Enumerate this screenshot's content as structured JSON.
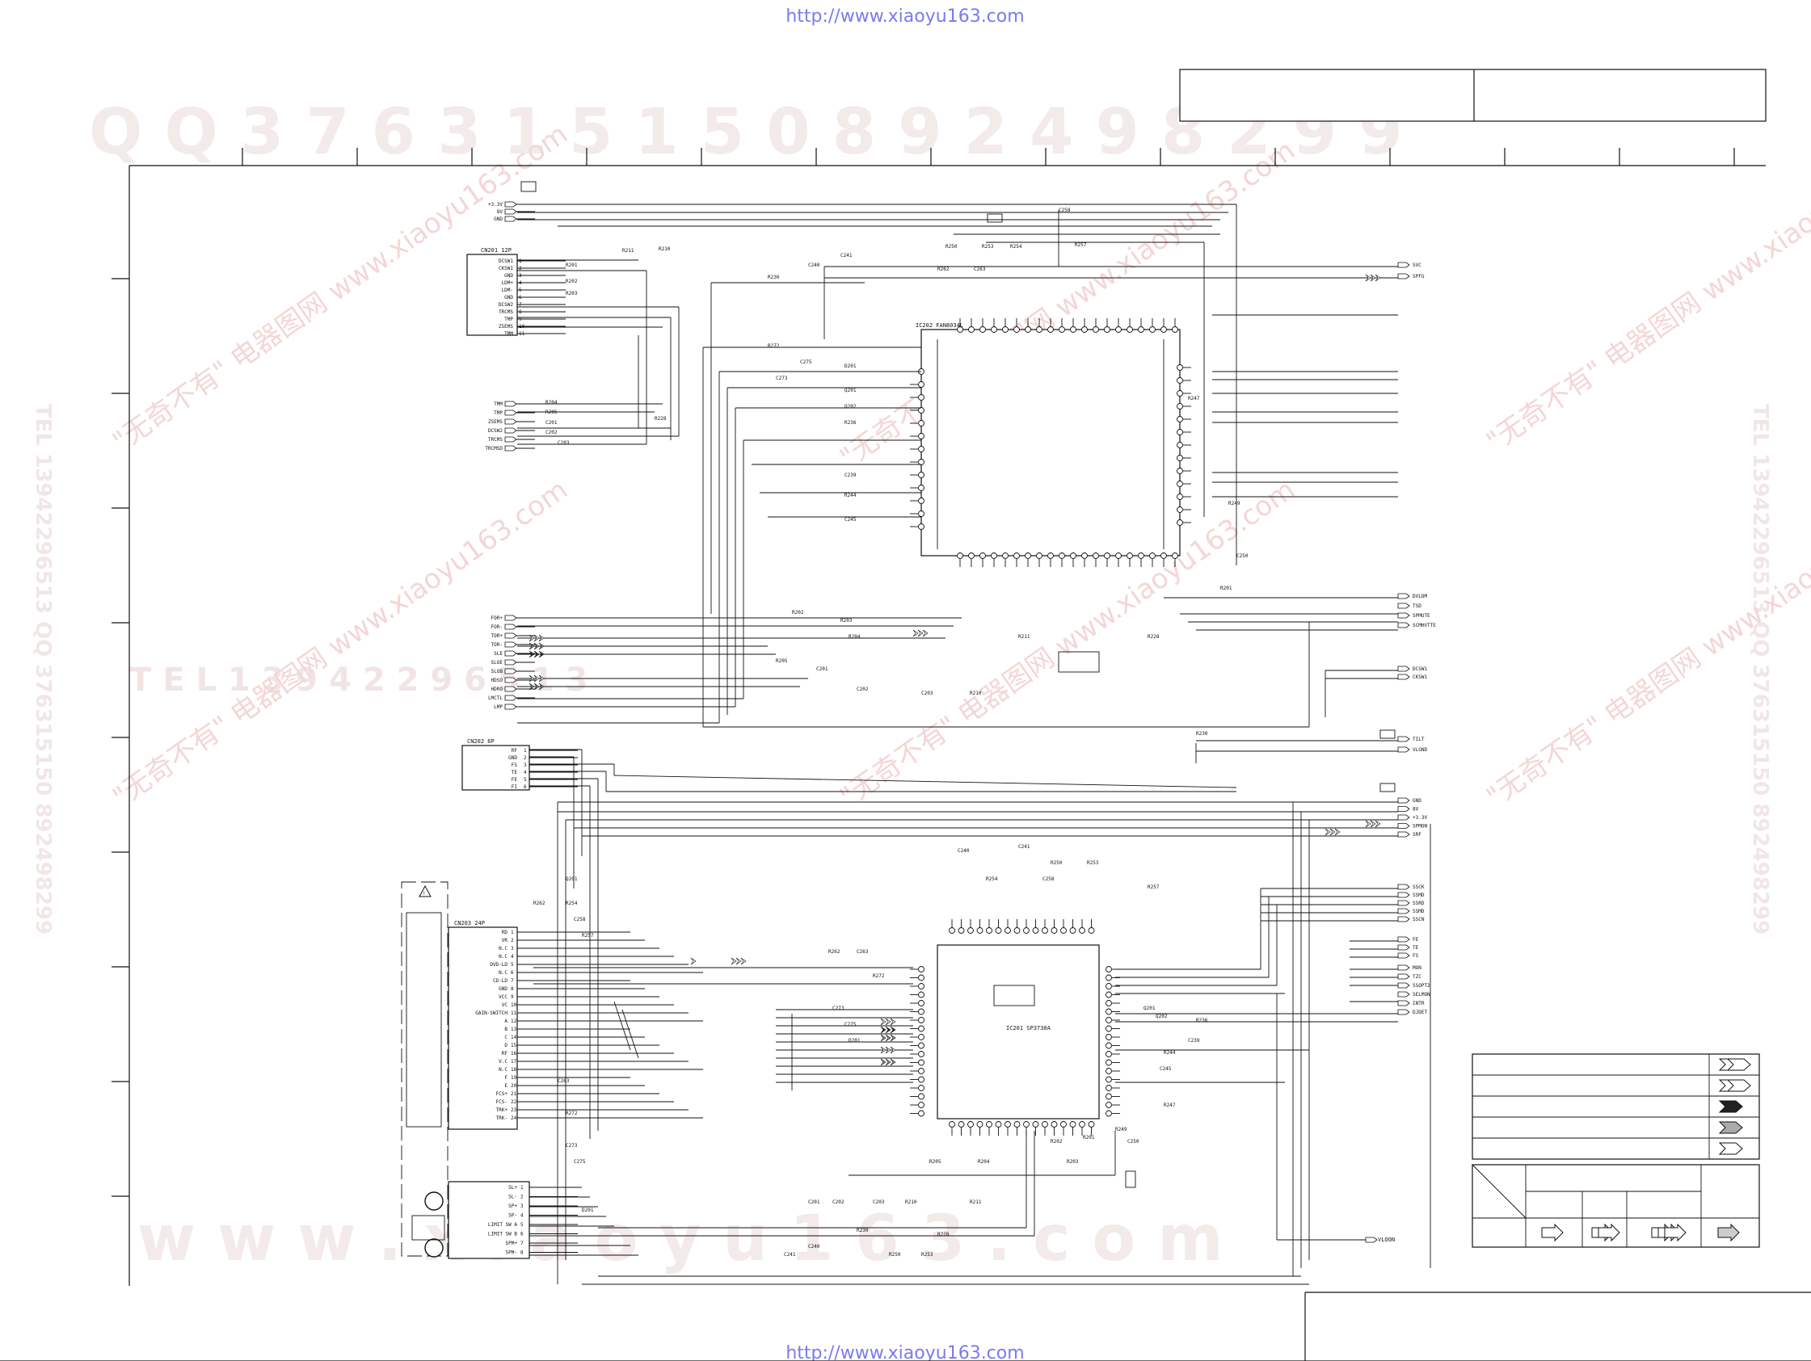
{
  "watermarks": {
    "url_top": "http://www.xiaoyu163.com",
    "url_bottom": "http://www.xiaoyu163.com",
    "qq_top": "Q Q 3 7 6 3 1 5 1 5 0     8 9 2 4 9 8 2 9 9",
    "tel_mid": "T E L 1 3 9 4 2 2 9 6 5 1 3",
    "www_bottom": "w w w . x i a o y u 1 6 3 . c o m",
    "side_text": "TEL 13942296513 QQ 376315150 892498299",
    "chinese_stamp": "\"无奇不有\" 电器图网 www.xiaoyu163.com"
  },
  "connectors": {
    "cn201": {
      "title": "CN201 12P",
      "pins": [
        "DCSW1",
        "CKSW1",
        "GND",
        "LDM+",
        "LDM-",
        "GND",
        "DCSW2",
        "TRCMS",
        "TMP",
        "ZSEMS",
        "TMM"
      ]
    },
    "cn202": {
      "title": "CN202 6P",
      "pins": [
        "RF",
        "GND",
        "FS",
        "TE",
        "FE",
        "FI"
      ]
    },
    "cn203": {
      "title": "CN203 24P",
      "pins": [
        "RD",
        "VR",
        "N.C",
        "N.C",
        "DVD-LD",
        "N.C",
        "CD-LD",
        "GND",
        "VCC",
        "VC",
        "GAIN-SWITCH",
        "A",
        "B",
        "C",
        "D",
        "RF",
        "V.C",
        "N.C",
        "F",
        "E",
        "FCS+",
        "FCS-",
        "TRK+",
        "TRK-"
      ]
    },
    "motor": {
      "pins": [
        "SL+",
        "SL-",
        "SP+",
        "SP-",
        "LIMIT SW A",
        "LIMIT SW B",
        "SPM+",
        "SPM-"
      ]
    }
  },
  "left_signals": {
    "top": [
      "+3.3V",
      "8V",
      "GND"
    ],
    "mid": [
      "TMM",
      "TMP",
      "ZSEMS",
      "DCSW2",
      "TRCMS",
      "TRCMSD"
    ],
    "lower": [
      "FOR+",
      "FOR-",
      "TOR+",
      "TOR-",
      "SLE",
      "SLOE",
      "SLOB",
      "HDSO",
      "HDRO",
      "LMCTL",
      "LMP"
    ]
  },
  "right_signals": {
    "group1": [
      "SVC",
      "SPFG"
    ],
    "group2": [
      "DVLDM",
      "TSD",
      "SPMUTE",
      "SCMHVTTE"
    ],
    "group3": [
      "DCSW1",
      "CKSW1"
    ],
    "group4": [
      "TILT",
      "VLGND"
    ],
    "group5": [
      "GND",
      "8V",
      "+3.3V",
      "SPMON",
      "SRF"
    ],
    "group6": [
      "SSCK",
      "SSMD",
      "SSRD",
      "SSMD",
      "SSCN"
    ],
    "group7": [
      "FE",
      "TE",
      "FS"
    ],
    "group8": [
      "MON",
      "TZC",
      "SSOPT2",
      "SELMON",
      "INTR",
      "DJDET"
    ],
    "bottom": "VLOON"
  },
  "ics": {
    "ic202": "IC202 FAN8034L",
    "ic201": "IC201 SP3730A"
  },
  "components": [
    "R201",
    "R202",
    "R203",
    "R204",
    "R205",
    "C201",
    "C202",
    "C203",
    "R210",
    "R211",
    "R228",
    "R230",
    "C240",
    "C241",
    "R250",
    "R253",
    "R254",
    "C258",
    "R257",
    "R262",
    "C263",
    "R272",
    "C273",
    "C275",
    "D201",
    "Q201",
    "Q202",
    "R236",
    "C239",
    "R244",
    "C245",
    "R247",
    "R249",
    "C250"
  ],
  "legend": {
    "rows": 5,
    "row_arrows": [
      "hollow",
      "hollow",
      "solid",
      "gray",
      "hollow"
    ],
    "bottom_arrows": [
      "single",
      "double",
      "triple",
      "hatched"
    ]
  },
  "colors": {
    "line": "#111111",
    "watermark_url": "#7a7af0",
    "watermark_faint": "#f1e4e4",
    "stamp": "#f4d6d6"
  }
}
